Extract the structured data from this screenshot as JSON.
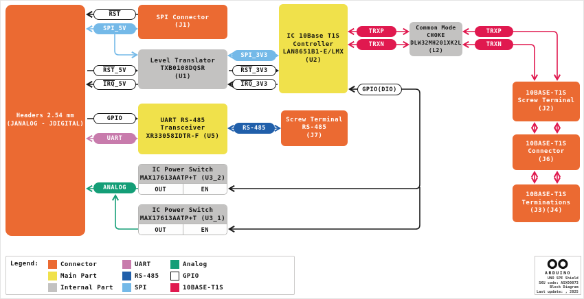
{
  "colors": {
    "connector": "#EB6A32",
    "main_part": "#F0E14B",
    "internal_part": "#C3C2C1",
    "uart": "#C87BAC",
    "rs485": "#205FAA",
    "spi": "#74B9E8",
    "analog": "#149E77",
    "gpio": "#FFFFFF",
    "t1s": "#E0194F",
    "wire_black": "#1A1A1A"
  },
  "blocks": {
    "headers": {
      "l1": "Headers 2.54 mm",
      "l2": "(JANALOG - JDIGITAL)"
    },
    "spi_connector": {
      "l1": "SPI Connector",
      "l2": "(J1)"
    },
    "level_translator": {
      "l1": "Level Translator",
      "l2": "TXB0108DQSR",
      "l3": "(U1)"
    },
    "uart_transceiver": {
      "l1": "UART RS-485",
      "l2": "Transceiver",
      "l3": "XR33058IDTR-F (U5)"
    },
    "controller": {
      "l1": "IC 10Base T1S",
      "l2": "Controller",
      "l3": "LAN8651B1-E/LMX",
      "l4": "(U2)"
    },
    "choke": {
      "l1": "Common Mode",
      "l2": "CHOKE",
      "l3": "DLW32MH201XK2L",
      "l4": "(L2)"
    },
    "j7": {
      "l1": "Screw Terminal",
      "l2": "RS-485",
      "l3": "(J7)"
    },
    "j2": {
      "l1": "10BASE-T1S",
      "l2": "Screw Terminal",
      "l3": "(J2)"
    },
    "j6": {
      "l1": "10BASE-T1S",
      "l2": "Connector",
      "l3": "(J6)"
    },
    "j34": {
      "l1": "10BASE-T1S",
      "l2": "Terminations",
      "l3": "(J3)(J4)"
    },
    "u3_2": {
      "l1": "IC Power Switch",
      "l2": "MAX17613AATP+T (U3_2)",
      "out": "OUT",
      "en": "EN"
    },
    "u3_1": {
      "l1": "IC Power Switch",
      "l2": "MAX17613AATP+T (U3_1)",
      "out": "OUT",
      "en": "EN"
    }
  },
  "pills": {
    "rst": {
      "over": "RST",
      "rest": ""
    },
    "spi_5v": {
      "over": "",
      "rest": "SPI_5V"
    },
    "rst_5v": {
      "over": "RST",
      "rest": "_5V"
    },
    "irq_5v": {
      "over": "IRQ",
      "rest": "_5V"
    },
    "gpio": {
      "over": "",
      "rest": "GPIO"
    },
    "uart": {
      "over": "",
      "rest": "UART"
    },
    "analog": {
      "over": "",
      "rest": "ANALOG"
    },
    "spi_3v3": {
      "over": "",
      "rest": "SPI_3V3"
    },
    "rst_3v3": {
      "over": "RST",
      "rest": "_3V3"
    },
    "irq_3v3": {
      "over": "IRQ",
      "rest": "_3V3"
    },
    "rs485": {
      "over": "",
      "rest": "RS-485"
    },
    "trxp_l": {
      "over": "",
      "rest": "TRXP"
    },
    "trxn_l": {
      "over": "",
      "rest": "TRXN"
    },
    "trxp_r": {
      "over": "",
      "rest": "TRXP"
    },
    "trxn_r": {
      "over": "",
      "rest": "TRXN"
    },
    "gpio_dio": {
      "over": "",
      "rest": "GPIO(DIO)"
    }
  },
  "legend": {
    "title": "Legend:",
    "items": [
      {
        "label": "Connector",
        "color": "#EB6A32"
      },
      {
        "label": "Main Part",
        "color": "#F0E14B"
      },
      {
        "label": "Internal Part",
        "color": "#C3C2C1"
      },
      {
        "label": "UART",
        "color": "#C87BAC"
      },
      {
        "label": "RS-485",
        "color": "#205FAA"
      },
      {
        "label": "SPI",
        "color": "#74B9E8"
      },
      {
        "label": "Analog",
        "color": "#149E77"
      },
      {
        "label": "GPIO",
        "color": "#FFFFFF"
      },
      {
        "label": "10BASE-T1S",
        "color": "#E0194F"
      }
    ]
  },
  "footer": {
    "brand": "ARDUINO",
    "line1": "UNO SPE Shield",
    "line2": "SKU code: ASX00073",
    "line3": "Block Diagram",
    "line4": "Last update: , 2025"
  }
}
